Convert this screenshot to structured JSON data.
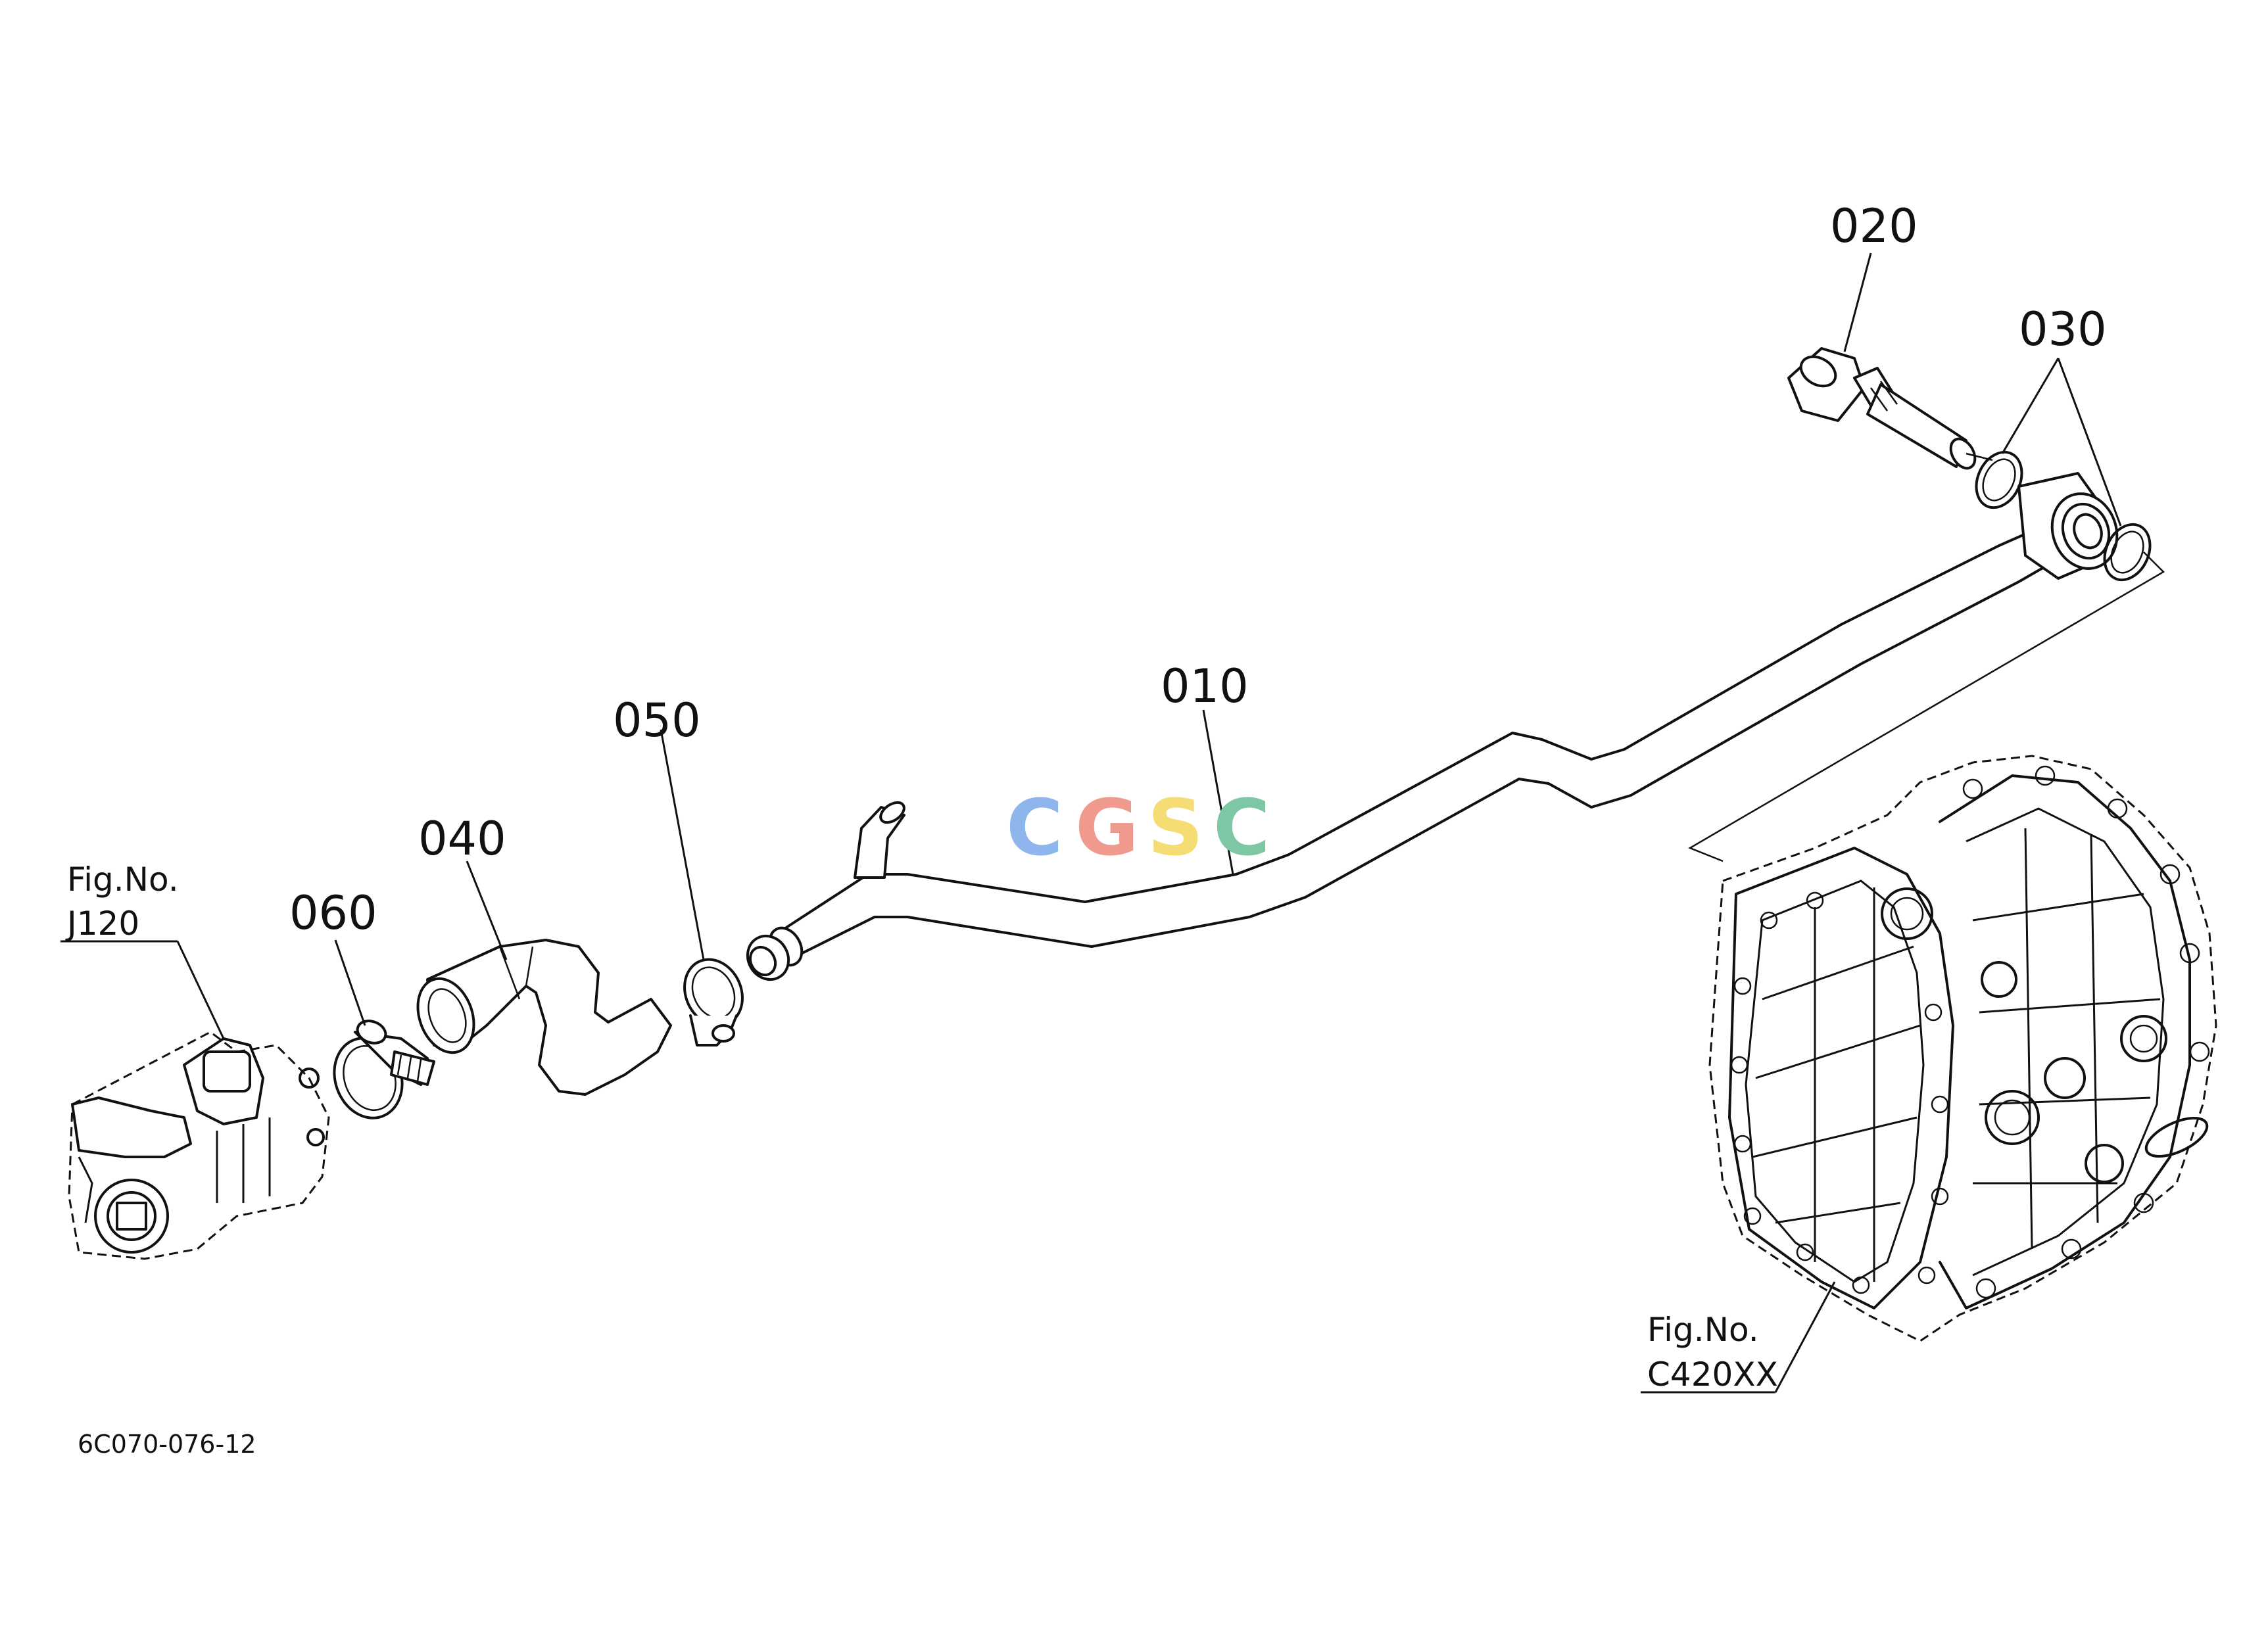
{
  "parts": [
    {
      "number": "010"
    },
    {
      "number": "020"
    },
    {
      "number": "030"
    },
    {
      "number": "040"
    },
    {
      "number": "050"
    },
    {
      "number": "060"
    }
  ],
  "references": {
    "left": {
      "prefix": "Fig.No.",
      "code": "J120"
    },
    "right": {
      "prefix": "Fig.No.",
      "code": "C420XX"
    }
  },
  "diagram_code": "6C070-076-12",
  "watermark": {
    "letters": [
      "C",
      "G",
      "S",
      "C"
    ],
    "colors": [
      "#8fb6ec",
      "#f09a8e",
      "#f5dd74",
      "#7ec7a4"
    ]
  }
}
